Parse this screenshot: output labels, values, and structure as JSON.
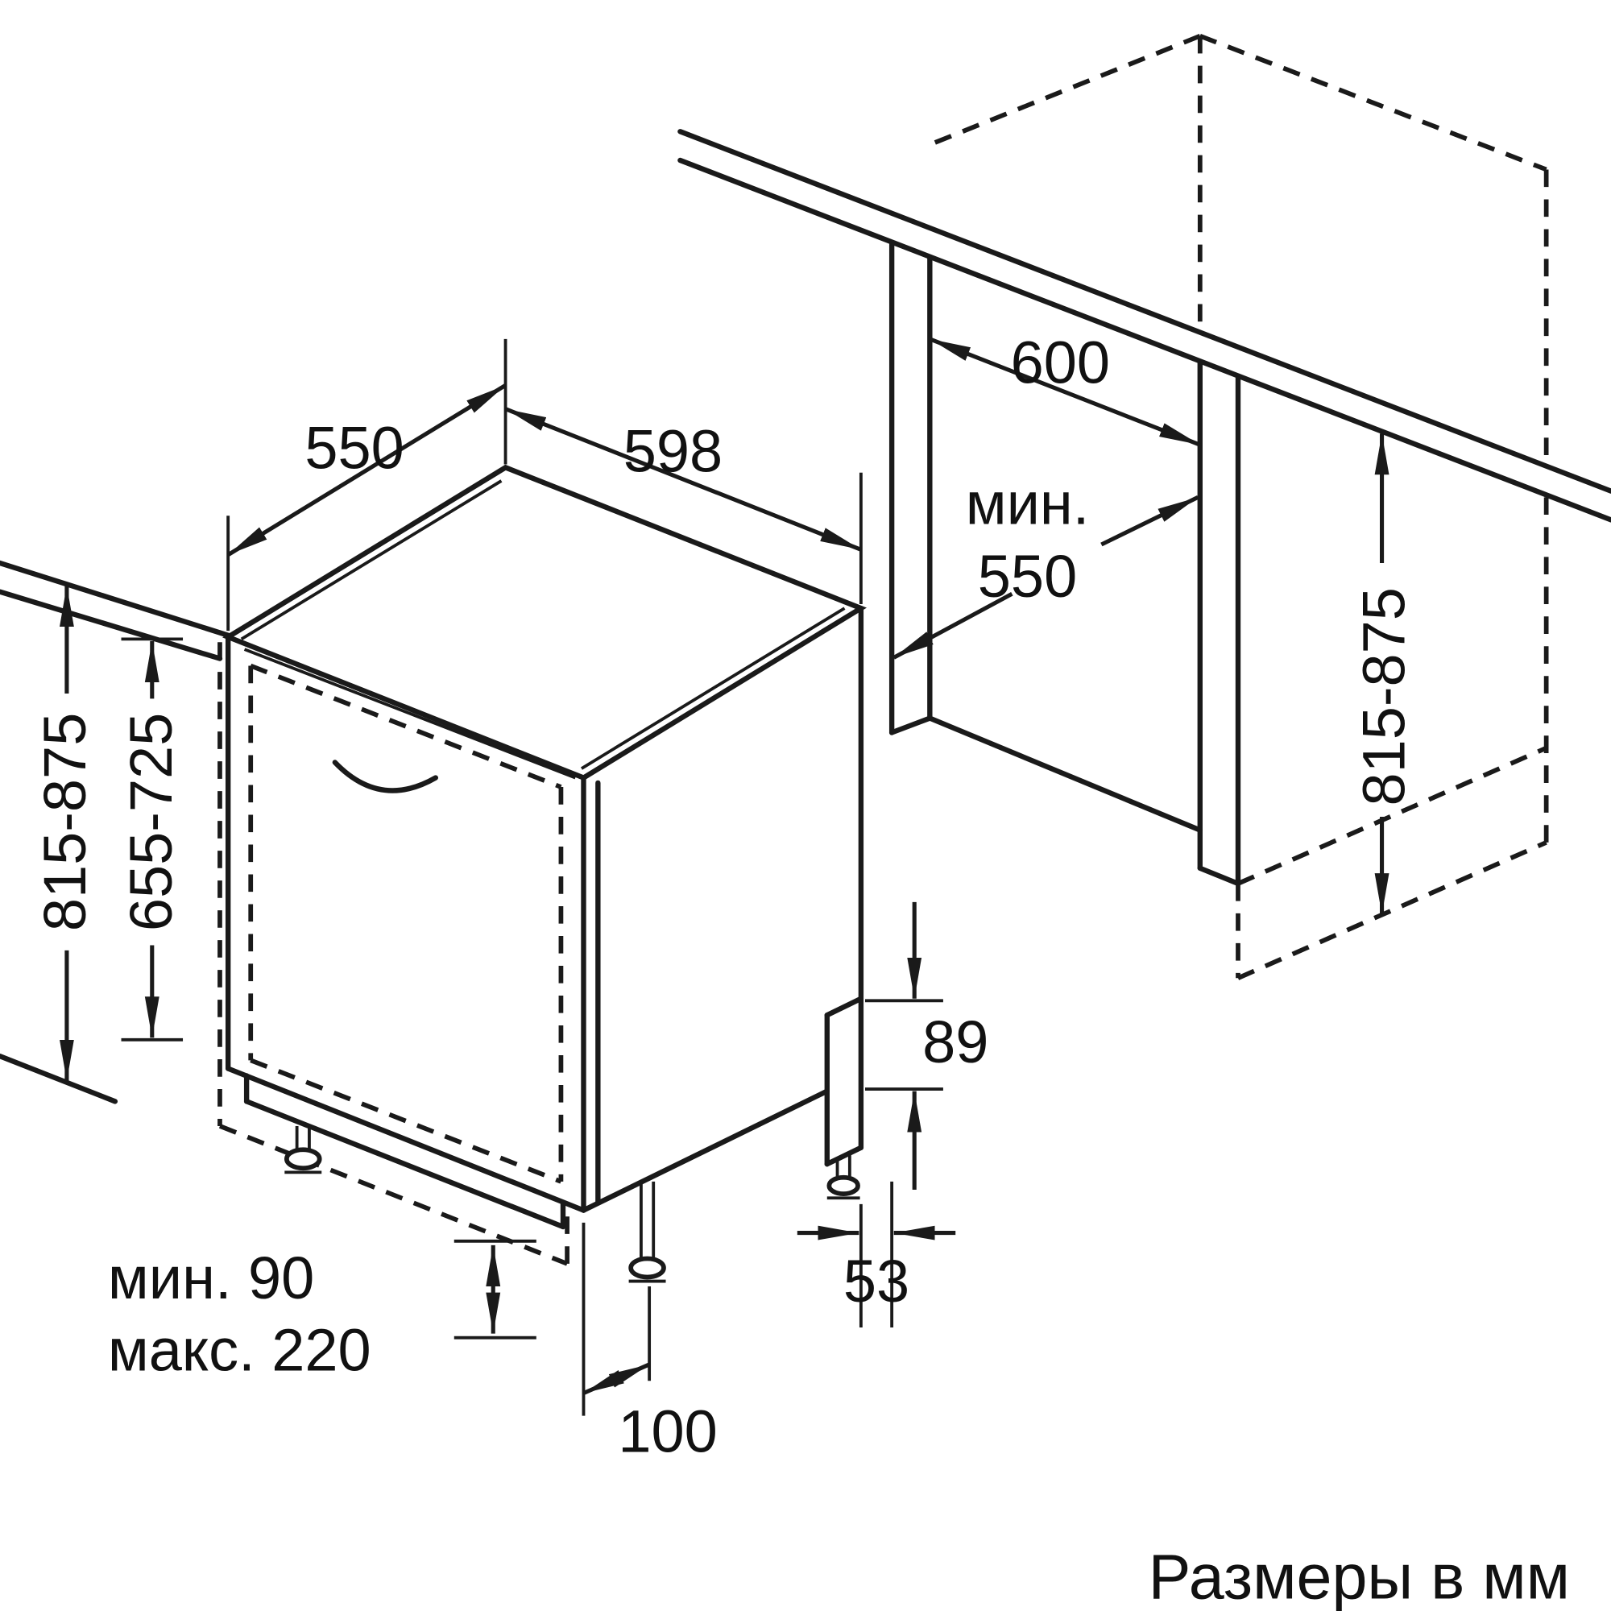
{
  "diagram": {
    "unit_note": "Размеры в мм",
    "dimensions": {
      "top_depth": "550",
      "top_width": "598",
      "niche_width": "600",
      "niche_depth_min_label": "мин.",
      "niche_depth_min_value": "550",
      "appliance_height_range": "815-875",
      "door_panel_height_range": "655-725",
      "niche_height_range": "815-875",
      "rear_step_height": "89",
      "rear_gap": "53",
      "front_foot_offset": "100",
      "plinth_min": "мин. 90",
      "plinth_max": "макс. 220"
    }
  }
}
